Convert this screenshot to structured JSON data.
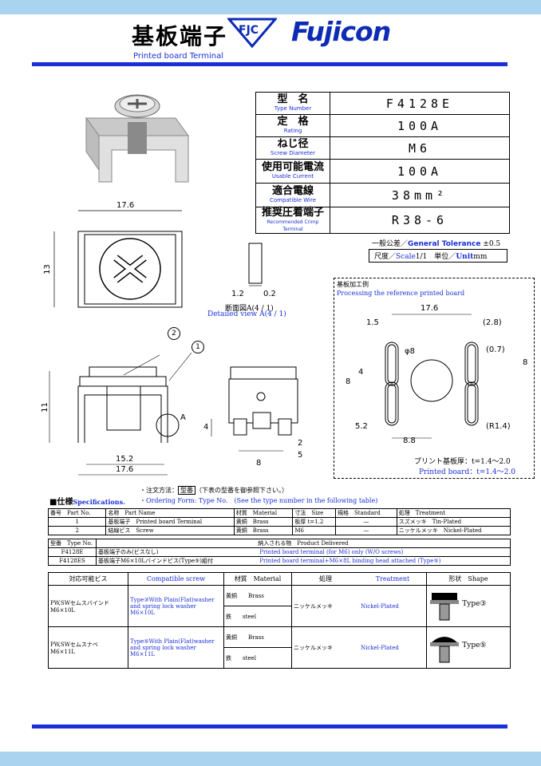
{
  "header": {
    "title_jp": "基板端子",
    "subtitle": "Printed board Terminal",
    "logo_text": "FJC",
    "brand": "Fujicon"
  },
  "spec": [
    {
      "jp": "型　名",
      "en": "Type Number",
      "value": "F4128E"
    },
    {
      "jp": "定　格",
      "en": "Rating",
      "value": "100A"
    },
    {
      "jp": "ねじ径",
      "en": "Screw Diameter",
      "value": "M6"
    },
    {
      "jp": "使用可能電流",
      "en": "Usable Current",
      "value": "100A"
    },
    {
      "jp": "適合電線",
      "en": "Compatible Wire",
      "value": "38mm²"
    },
    {
      "jp": "推奨圧着端子",
      "en": "Recommended Crimp Terminal",
      "value": "R38-6"
    }
  ],
  "tolerance": {
    "jp": "一般公差／",
    "en": "General Tolerance",
    "value": "±0.5"
  },
  "scale": {
    "label1": "尺度／",
    "label2": "Scale",
    "value": "1/1",
    "unit_jp": "単位／",
    "unit_en": "Unit",
    "unit_val": "mm"
  },
  "detail": {
    "jp": "断面図A(4 / 1)",
    "en": "Detailed view A(4 / 1)",
    "d1": "1.2",
    "d2": "0.2"
  },
  "dims": {
    "top_w": "17.6",
    "top_h": "13",
    "side_h": "11",
    "inner_w": "15.2",
    "bottom_w": "17.6",
    "side_4": "4",
    "side_8": "8",
    "side_2": "2",
    "side_5": "5",
    "label_a": "A",
    "c1": "1",
    "c2": "2"
  },
  "board": {
    "title_jp": "基板加工例",
    "title_en": "Processing the reference printed board",
    "w": "17.6",
    "d1_5": "1.5",
    "d2_8": "(2.8)",
    "d0_7": "(0.7)",
    "phi": "φ8",
    "h8": "8",
    "h4": "4",
    "h8b": "8",
    "h5_2": "5.2",
    "w8_8": "8.8",
    "r": "(R1.4)",
    "note_jp": "プリント基板厚：t=1.4〜2.0",
    "note_en": "Printed board：t=1.4〜2.0"
  },
  "order": {
    "jp": "・注文方法：",
    "box": "型番",
    "jp_rest": "（下表の型番を御参照下さい。）",
    "en": "・Ordering Form: Type No.　(See the type number in the following table)"
  },
  "spec_title": {
    "jp": "■仕様",
    "en": "Specifications."
  },
  "parts": {
    "headers": [
      "番号　Part No.",
      "名称　Part Name",
      "材質　Material",
      "寸法　Size",
      "規格　Standard",
      "処理　Treatment"
    ],
    "rows": [
      [
        "1",
        "基板端子　Printed board Terminal",
        "黄銅　Brass",
        "板厚 t=1.2",
        "—",
        "スズメッキ　Tin-Plated"
      ],
      [
        "2",
        "結線ビス　Screw",
        "黄銅　Brass",
        "M6",
        "—",
        "ニッケルメッキ　Nickel-Plated"
      ]
    ]
  },
  "types": {
    "headers": [
      "型番　Type No.",
      "納入される物　Product Delivered"
    ],
    "rows": [
      [
        "F4128E",
        "基板端子のみ(ビスなし)",
        "Printed board terminal (for M6) only (W/O screws)"
      ],
      [
        "F4128ES",
        "基板端子M6×10Lバインドビス(Type⑤)組付",
        "Printed board terminal+M6×8L binding head attached (Type⑤)"
      ]
    ]
  },
  "screws": {
    "headers": [
      "対応可能ビス",
      "Compatible screw",
      "材質　Material",
      "処理",
      "Treatment",
      "形状　Shape"
    ],
    "rows": [
      {
        "name": "PW,SWセムスバインド",
        "size": "M6×10L",
        "desc1": "Type③With Plain(Flat)washer",
        "desc2": "and spring lock washer",
        "desc3": "M6×10L",
        "mat1": "黄銅　　Brass",
        "mat2": "鉄　　steel",
        "treat_jp": "ニッケルメッキ",
        "treat_en": "Nickel-Plated",
        "type": "Type③"
      },
      {
        "name": "PW,SWセムスナベ",
        "size": "M6×11L",
        "desc1": "Type⑤With Plain(Flat)washer",
        "desc2": "and spring lock washer",
        "desc3": "M6×11L",
        "mat1": "黄銅　　Brass",
        "mat2": "鉄　　steel",
        "treat_jp": "ニッケルメッキ",
        "treat_en": "Nickel-Plated",
        "type": "Type⑤"
      }
    ]
  }
}
